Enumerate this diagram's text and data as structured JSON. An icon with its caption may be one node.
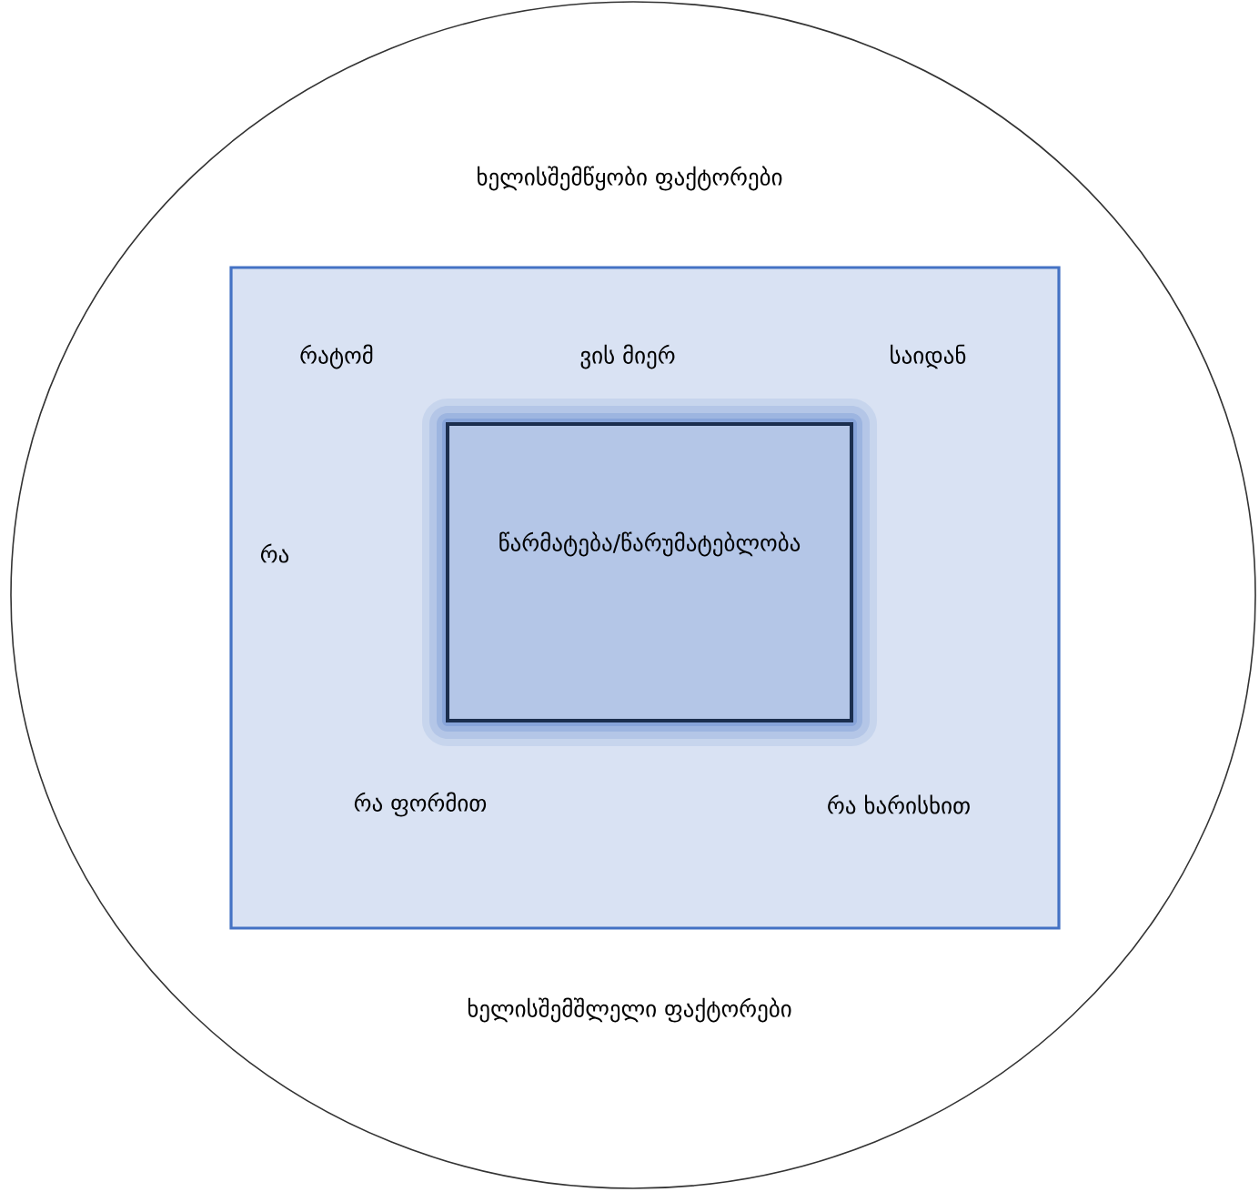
{
  "diagram": {
    "nodes": [
      {
        "text": [
          "ხელისშემწყობი ფაქტორები",
          "ხელისშემშლელი ფაქტორები"
        ]
      },
      {
        "text": [
          "რატომ",
          "ვის მიერ",
          "საიდან",
          "რა",
          "რა ფორმით",
          "რა ხარისხით"
        ],
        "in": 0
      },
      {
        "text": [
          "წარმატება/წარუმატებლობა"
        ],
        "in": 1
      }
    ]
  }
}
